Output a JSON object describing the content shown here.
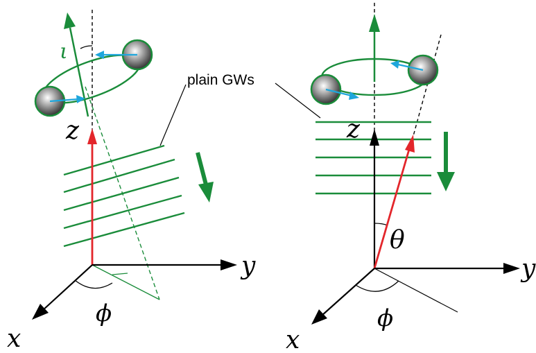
{
  "annotation": {
    "text": "plain GWs"
  },
  "left_panel": {
    "axis_x": "x",
    "axis_y": "y",
    "axis_z": "z",
    "angle_iota": "ι",
    "angle_phi": "ϕ"
  },
  "right_panel": {
    "axis_x": "x",
    "axis_y": "y",
    "axis_z": "z",
    "angle_theta": "θ",
    "angle_phi": "ϕ"
  },
  "colors": {
    "wave_green": "#1a8c3a",
    "position_red": "#e3262b",
    "velocity_blue": "#1ea6dc",
    "axis_black": "#000000"
  }
}
